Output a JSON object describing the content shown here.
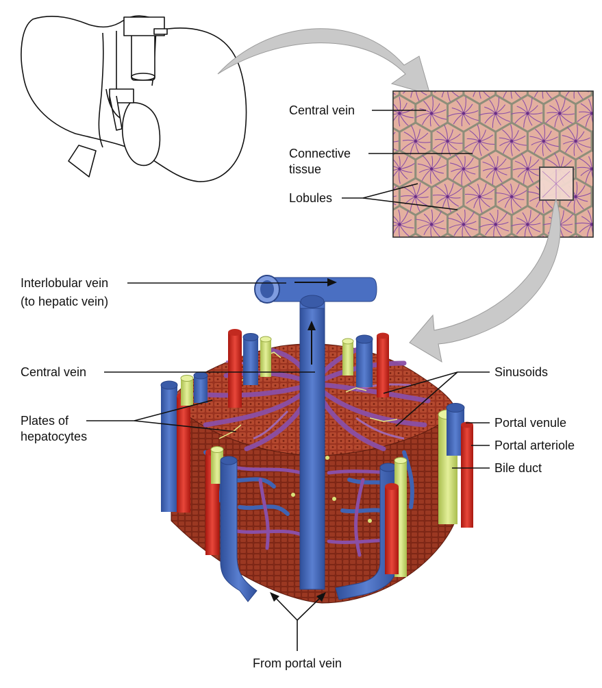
{
  "labels": {
    "central_vein_top": "Central vein",
    "connective_line1": "Connective",
    "connective_line2": "tissue",
    "lobules": "Lobules",
    "interlobular_line1": "Interlobular vein",
    "interlobular_line2": "(to hepatic vein)",
    "central_vein_bottom": "Central vein",
    "plates_line1": "Plates of",
    "plates_line2": "hepatocytes",
    "sinusoids": "Sinusoids",
    "portal_venule": "Portal venule",
    "portal_arteriole": "Portal arteriole",
    "bile_duct": "Bile duct",
    "from_portal_vein": "From portal vein"
  },
  "icons": {
    "liver": "liver-outline-icon",
    "arrow_top": "curved-arrow-icon",
    "arrow_mid": "curved-arrow-icon"
  },
  "colors": {
    "lobule_fill": "#e4b0a0",
    "connective_tissue": "#8e8e7a",
    "sinusoid_purple": "#8a4fa6",
    "hepatocyte": "#8a2c1a",
    "vein_blue": "#3f63b3",
    "arteriole_red": "#d5281e",
    "bile_green": "#cfe07a",
    "arrow_gray": "#c8c8c8"
  }
}
